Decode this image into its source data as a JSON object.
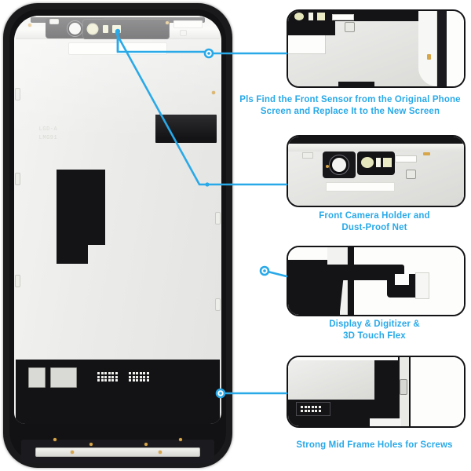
{
  "document": {
    "type": "product-infographic",
    "subject": "Mobile phone LCD screen assembly replacement parts",
    "accent_color": "#29a9e8",
    "background_color": "#ffffff",
    "outline_color": "#131316"
  },
  "main_image": {
    "name": "phone-screen-assembly-back-view",
    "alt": "Back view of a full phone LCD screen and digitizer assembly with frame"
  },
  "callouts": [
    {
      "id": "front-sensor",
      "caption": "Pls Find the Front Sensor from the Original Phone Screen and Replace It to the New Screen",
      "caption_line_1": "Pls Find the Front Sensor from the Original Phone",
      "caption_line_2": "Screen and Replace It to the New Screen",
      "marker": "circle-dot",
      "target": "front sensor / proximity sensor area at top of screen"
    },
    {
      "id": "front-camera-holder",
      "caption": "Front Camera Holder and Dust-Proof Net",
      "caption_line_1": "Front Camera Holder and",
      "caption_line_2": "Dust-Proof Net",
      "marker": "line",
      "target": "front camera holder assembly"
    },
    {
      "id": "display-digitizer-flex",
      "caption": "Display & Digitizer & 3D Touch Flex",
      "caption_line_1": "Display & Digitizer &",
      "caption_line_2": "3D Touch Flex",
      "marker": "circle-dot",
      "target": "display and digitizer flex ribbon cable"
    },
    {
      "id": "mid-frame-holes",
      "caption": "Strong Mid Frame Holes for Screws",
      "caption_line_1": "Strong Mid Frame Holes for Screws",
      "caption_line_2": "",
      "marker": "circle-dot",
      "target": "mid frame screw holes at bottom of assembly"
    }
  ],
  "panels": [
    {
      "id": "panel-front-sensor",
      "label": "front sensor detail view"
    },
    {
      "id": "panel-camera-holder",
      "label": "front camera holder detail view"
    },
    {
      "id": "panel-digitizer-flex",
      "label": "display digitizer flex detail view"
    },
    {
      "id": "panel-mid-frame",
      "label": "mid frame screw holes detail view"
    }
  ]
}
